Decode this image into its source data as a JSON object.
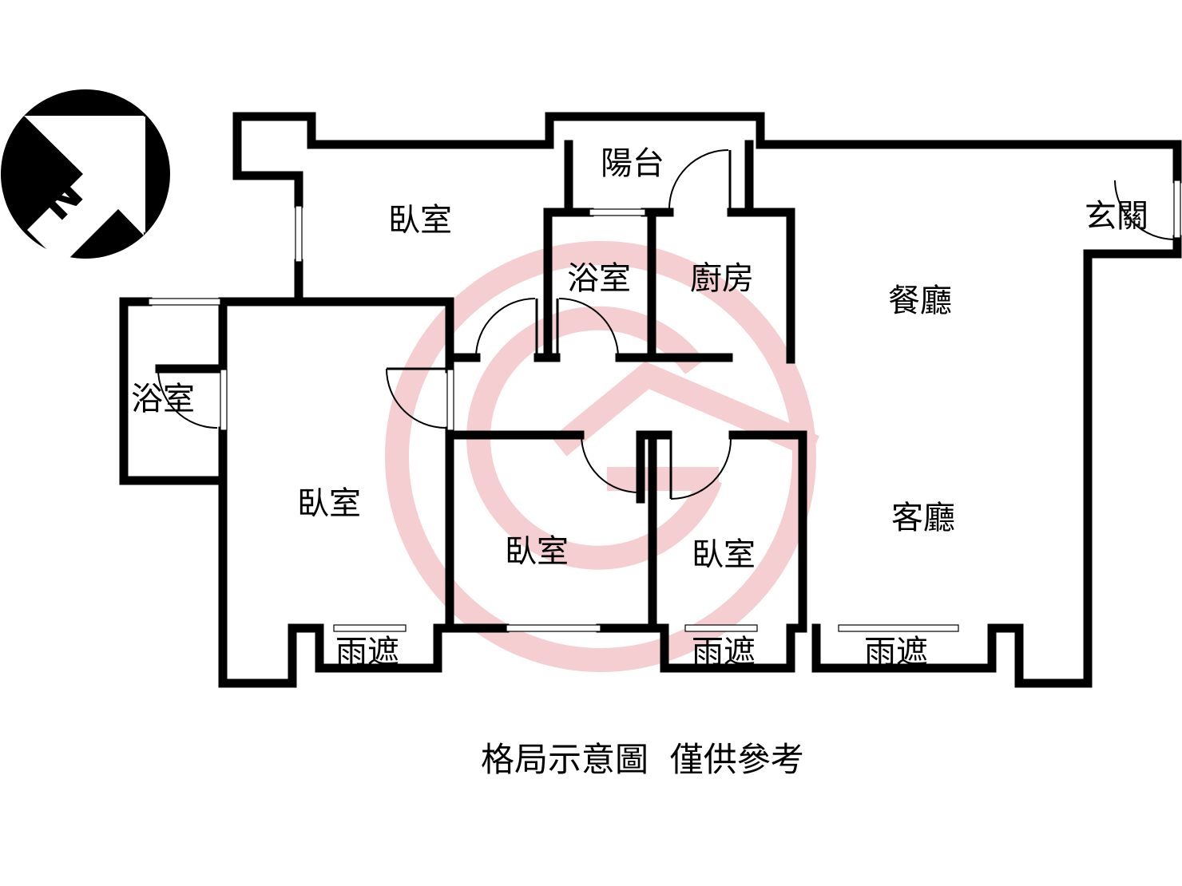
{
  "colors": {
    "wall": "#000000",
    "background": "#ffffff",
    "watermark": "#f3c9cc"
  },
  "compass": {
    "letter": "N",
    "icon": "north-arrow-icon"
  },
  "watermark": {
    "icon": "g-house-logo-watermark"
  },
  "rooms": [
    {
      "id": "balcony",
      "label": "陽台"
    },
    {
      "id": "bedroom-top",
      "label": "臥室"
    },
    {
      "id": "bathroom-center",
      "label": "浴室"
    },
    {
      "id": "kitchen",
      "label": "廚房"
    },
    {
      "id": "entrance",
      "label": "玄關"
    },
    {
      "id": "dining",
      "label": "餐廳"
    },
    {
      "id": "bathroom-left",
      "label": "浴室"
    },
    {
      "id": "bedroom-master",
      "label": "臥室"
    },
    {
      "id": "bedroom-mid",
      "label": "臥室"
    },
    {
      "id": "bedroom-small",
      "label": "臥室"
    },
    {
      "id": "living",
      "label": "客廳"
    },
    {
      "id": "canopy-1",
      "label": "雨遮"
    },
    {
      "id": "canopy-2",
      "label": "雨遮"
    },
    {
      "id": "canopy-3",
      "label": "雨遮"
    }
  ],
  "caption": "格局示意圖  僅供參考"
}
